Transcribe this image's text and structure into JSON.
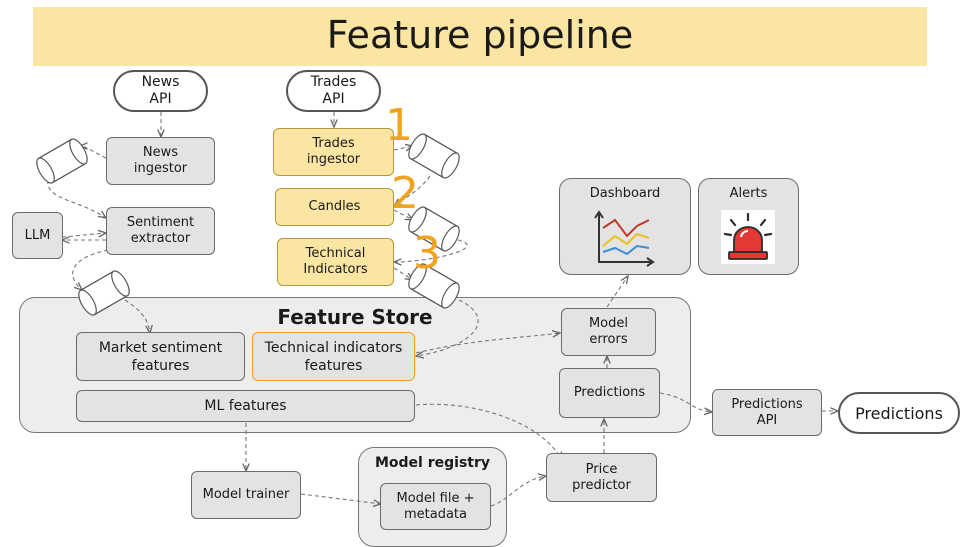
{
  "title": "Feature pipeline",
  "sources": {
    "news_api": "News\nAPI",
    "trades_api": "Trades\nAPI"
  },
  "nodes": {
    "news_ingestor": "News\ningestor",
    "sentiment_extractor": "Sentiment\nextractor",
    "llm": "LLM",
    "trades_ingestor": "Trades\ningestor",
    "candles": "Candles",
    "technical_indicators": "Technical\nIndicators",
    "dashboard": "Dashboard",
    "alerts": "Alerts",
    "model_errors": "Model\nerrors",
    "predictions": "Predictions",
    "predictions_api": "Predictions\nAPI",
    "predictions_output": "Predictions",
    "price_predictor": "Price\npredictor",
    "model_trainer": "Model trainer",
    "model_file": "Model file +\nmetadata"
  },
  "feature_store": {
    "title": "Feature Store",
    "market_sentiment": "Market sentiment\nfeatures",
    "technical_indicators": "Technical indicators\nfeatures",
    "ml_features": "ML features"
  },
  "model_registry": {
    "title": "Model registry"
  },
  "step_numbers": [
    "1",
    "2",
    "3"
  ],
  "colors": {
    "banner": "#fbe5a3",
    "highlight": "#f0a41e",
    "box": "#e3e3e3"
  },
  "icons": [
    "dashboard-chart-icon",
    "alert-siren-icon",
    "message-queue-icon"
  ]
}
